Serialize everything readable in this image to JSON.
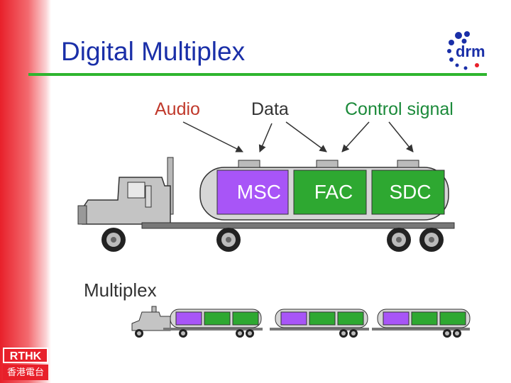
{
  "slide": {
    "title": "Digital Multiplex",
    "labels": {
      "audio": "Audio",
      "data": "Data",
      "control": "Control signal",
      "multiplex": "Multiplex"
    },
    "tanks": {
      "msc": "MSC",
      "fac": "FAC",
      "sdc": "SDC"
    },
    "logo_text": "drm",
    "rthk": {
      "top": "RTHK",
      "bottom": "香港電台"
    },
    "colors": {
      "title": "#1a2fa8",
      "rule": "#2fb52f",
      "msc_tank": "#a855f7",
      "green_tank": "#2ea831",
      "sidebar": "#e8202a"
    }
  }
}
